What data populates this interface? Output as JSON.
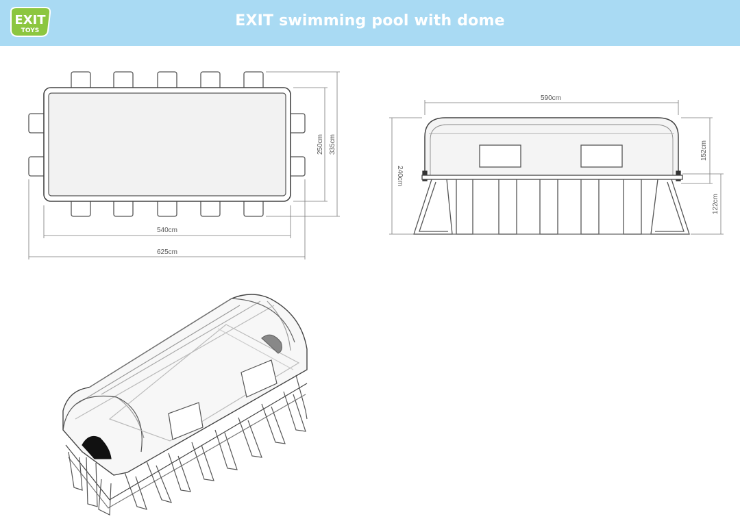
{
  "header": {
    "title": "EXIT swimming pool with dome",
    "logo_text_main": "EXIT",
    "logo_text_sub": "TOYS",
    "colors": {
      "banner": "#a9daf3",
      "logo": "#8cc63f"
    }
  },
  "top_view": {
    "inner_width": "540cm",
    "outer_width": "625cm",
    "inner_depth": "250cm",
    "outer_depth": "335cm"
  },
  "side_view": {
    "length": "590cm",
    "total_height": "240cm",
    "dome_height": "152cm",
    "pool_height": "122cm"
  }
}
